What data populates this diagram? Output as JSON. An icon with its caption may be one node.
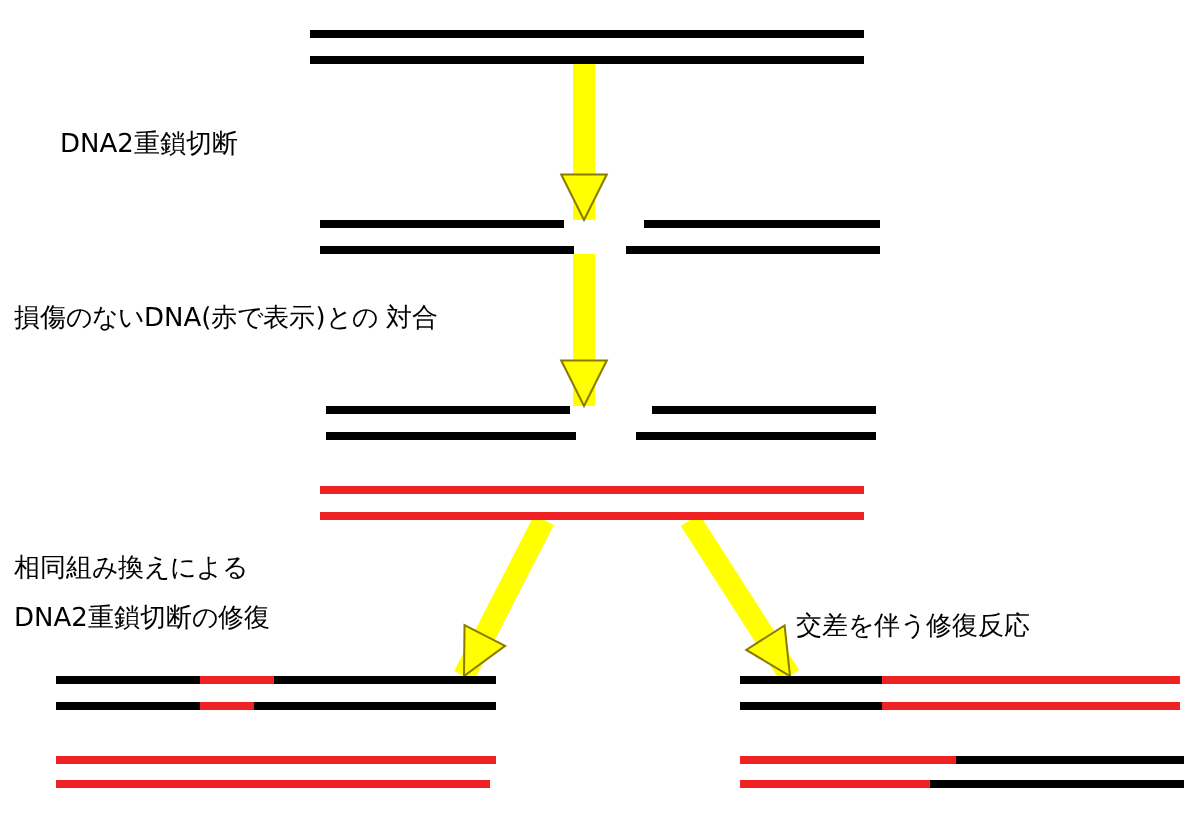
{
  "diagram": {
    "nodes": [
      {
        "text": [],
        "shape": "bar"
      },
      {
        "text": [],
        "shape": "bar"
      },
      {
        "text": [],
        "shape": "bar"
      },
      {
        "text": [],
        "shape": "bar"
      },
      {
        "text": [],
        "shape": "bar"
      }
    ],
    "edges": [
      {
        "from": 0,
        "to": 1,
        "arrow": "to"
      },
      {
        "from": 1,
        "to": 2,
        "arrow": "to"
      },
      {
        "from": 2,
        "to": 3,
        "arrow": "to"
      },
      {
        "from": 2,
        "to": 4,
        "arrow": "to"
      }
    ],
    "labels": [
      "DNA2重鎖切断",
      "損傷のないDNA(赤で表示)との 対合",
      "相同組み換えによるDNA2重鎖切断の修復",
      "交差を伴う修復反応"
    ]
  }
}
